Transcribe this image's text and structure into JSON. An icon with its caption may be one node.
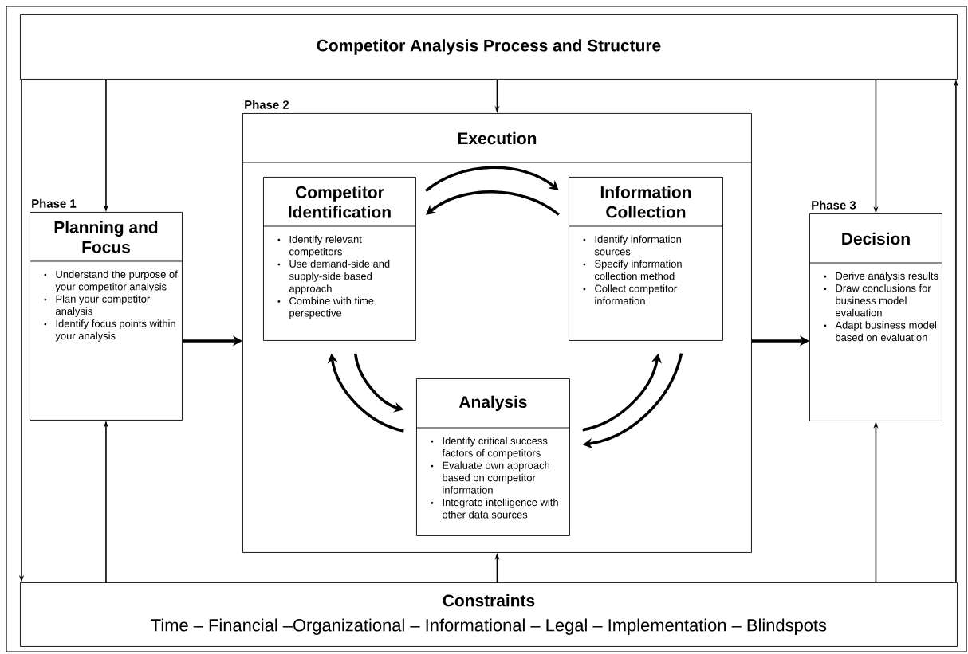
{
  "diagram": {
    "nodes": [
      {
        "text": [
          "Competitor Analysis Process and Structure"
        ]
      },
      {
        "text": [
          "Planning and Focus",
          "Understand the purpose of your competitor analysis",
          "Plan your competitor analysis",
          "Identify focus points within your analysis"
        ],
        "beside": [
          "Phase 1"
        ]
      },
      {
        "text": [
          "Execution"
        ],
        "beside": [
          "Phase 2"
        ]
      },
      {
        "text": [
          "Competitor Identification",
          "Identify relevant competitors",
          "Use demand-side and supply-side based approach",
          "Combine with time perspective"
        ],
        "in": 2
      },
      {
        "text": [
          "Information Collection",
          "Identify information sources",
          "Specify information collection method",
          "Collect competitor information"
        ],
        "in": 2
      },
      {
        "text": [
          "Analysis",
          "Identify critical success factors of competitors",
          "Evaluate own approach based on competitor information",
          "Integrate intelligence with other data sources"
        ],
        "in": 2
      },
      {
        "text": [
          "Decision",
          "Derive analysis results",
          "Draw conclusions for business model evaluation",
          "Adapt business model based on evaluation"
        ],
        "beside": [
          "Phase 3"
        ]
      },
      {
        "text": [
          "Constraints",
          "Time – Financial –Organizational – Informational – Legal – Implementation – Blindspots"
        ]
      }
    ],
    "edges": [
      {
        "from": 0,
        "to": 1,
        "arrow": "to"
      },
      {
        "from": 0,
        "to": 2,
        "arrow": "to"
      },
      {
        "from": 0,
        "to": 6,
        "arrow": "to"
      },
      {
        "from": 0,
        "to": 7,
        "arrow": "to"
      },
      {
        "from": 7,
        "to": 1,
        "arrow": "to"
      },
      {
        "from": 7,
        "to": 2,
        "arrow": "to"
      },
      {
        "from": 7,
        "to": 6,
        "arrow": "to"
      },
      {
        "from": 7,
        "to": 0,
        "arrow": "to"
      },
      {
        "from": 1,
        "to": 2,
        "arrow": "to",
        "style": "thick"
      },
      {
        "from": 2,
        "to": 6,
        "arrow": "to",
        "style": "thick"
      },
      {
        "from": 3,
        "to": 4,
        "arrow": "to",
        "style": "thick"
      },
      {
        "from": 4,
        "to": 3,
        "arrow": "to",
        "style": "thick"
      },
      {
        "from": 3,
        "to": 5,
        "arrow": "to",
        "style": "thick"
      },
      {
        "from": 5,
        "to": 3,
        "arrow": "to",
        "style": "thick"
      },
      {
        "from": 5,
        "to": 4,
        "arrow": "to",
        "style": "thick"
      },
      {
        "from": 4,
        "to": 5,
        "arrow": "to",
        "style": "thick"
      }
    ]
  }
}
